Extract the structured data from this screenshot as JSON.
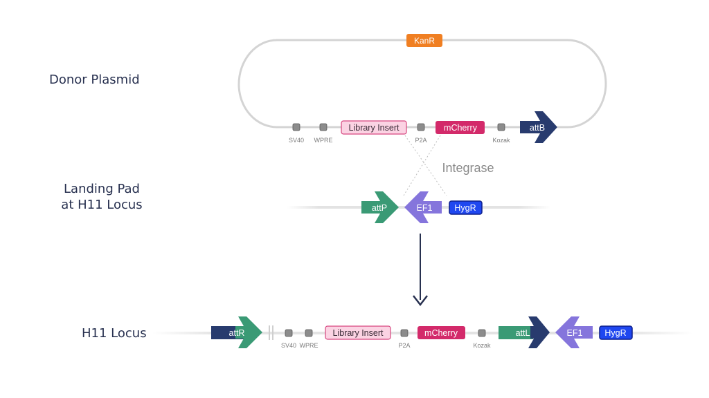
{
  "labels": {
    "donor": "Donor Plasmid",
    "landing_line1": "Landing Pad",
    "landing_line2": "at H11 Locus",
    "h11": "H11 Locus",
    "integrase": "Integrase"
  },
  "elements": {
    "kanr": "KanR",
    "library_insert": "Library Insert",
    "mcherry": "mCherry",
    "attb": "attB",
    "attp": "attP",
    "ef1": "EF1",
    "hygr": "HygR",
    "attr": "attR",
    "attl": "attL",
    "sv40": "SV40",
    "wpre": "WPRE",
    "p2a": "P2A",
    "kozak": "Kozak"
  },
  "colors": {
    "kanr": "#f07f22",
    "library_insert_fill": "#fbd3e3",
    "library_insert_border": "#d6457f",
    "mcherry": "#d32a6a",
    "attb": "#283b6e",
    "attp": "#3a9a75",
    "ef1": "#8575dc",
    "hygr": "#1f47f0",
    "hygr_border": "#0d1f8a",
    "marker": "#8c8c8c",
    "backbone": "#d4d4d4",
    "text_dark": "#27304f",
    "small_text": "#7a7a7a"
  }
}
